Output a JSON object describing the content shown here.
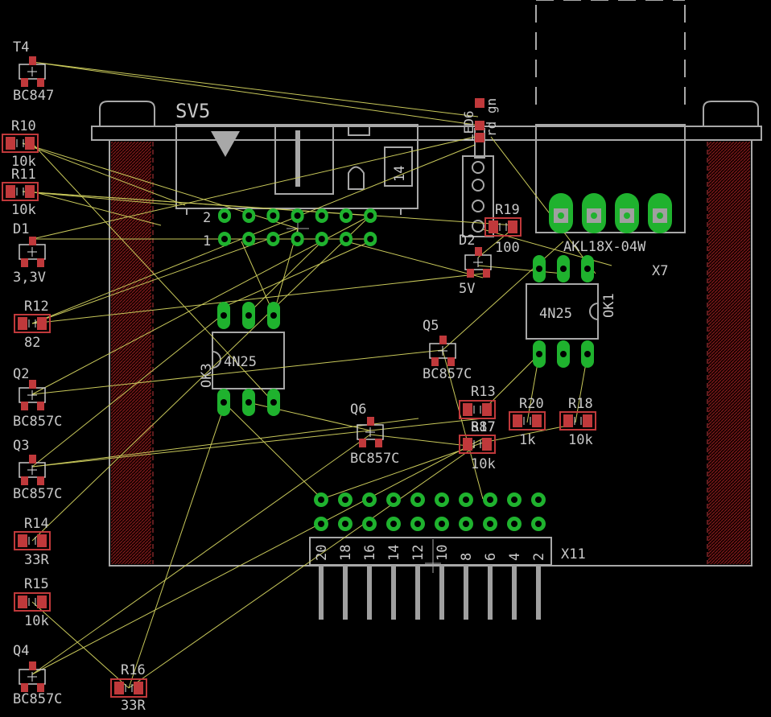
{
  "colors": {
    "background": "#000000",
    "silkscreen": "#c8c8c8",
    "pad_smd": "#c0393b",
    "pad_tht": "#1fb22e",
    "airwire": "#c8c85a",
    "board_edge": "#a8a8a8",
    "hatch": "#8c2020"
  },
  "connector_sv5": {
    "name": "SV5",
    "row2": "2",
    "row1": "1",
    "pin14": "14"
  },
  "connector_x7": {
    "name": "X7",
    "value": "AKL18X-04W"
  },
  "connector_x11": {
    "name": "X11",
    "pin_numbers": [
      "20",
      "18",
      "16",
      "14",
      "12",
      "10",
      "8",
      "6",
      "4",
      "2"
    ]
  },
  "left_parts": [
    {
      "ref": "T4",
      "value": "BC847",
      "kind": "sot23"
    },
    {
      "ref": "R10",
      "value": "10k",
      "kind": "resistor"
    },
    {
      "ref": "R11",
      "value": "10k",
      "kind": "resistor"
    },
    {
      "ref": "D1",
      "value": "3,3V",
      "kind": "sot23"
    },
    {
      "ref": "R12",
      "value": "82",
      "kind": "resistor"
    },
    {
      "ref": "Q2",
      "value": "BC857C",
      "kind": "sot23"
    },
    {
      "ref": "Q3",
      "value": "BC857C",
      "kind": "sot23"
    },
    {
      "ref": "R14",
      "value": "33R",
      "kind": "resistor"
    },
    {
      "ref": "R15",
      "value": "10k",
      "kind": "resistor"
    },
    {
      "ref": "Q4",
      "value": "BC857C",
      "kind": "sot23"
    }
  ],
  "parts": {
    "r16": {
      "ref": "R16",
      "value": "33R"
    },
    "ok3": {
      "ref": "OK3",
      "value": "4N25"
    },
    "ok1": {
      "ref": "OK1",
      "value": "4N25"
    },
    "q5": {
      "ref": "Q5",
      "value": "BC857C"
    },
    "q6": {
      "ref": "Q6",
      "value": "BC857C"
    },
    "r13": {
      "ref": "R13",
      "value": "887"
    },
    "r17": {
      "ref": "R17",
      "value": "10k"
    },
    "r20": {
      "ref": "R20",
      "value": "1k"
    },
    "r18": {
      "ref": "R18",
      "value": "10k"
    },
    "r19": {
      "ref": "R19",
      "value": "100"
    },
    "d2": {
      "ref": "D2",
      "value": "5V"
    },
    "led": {
      "ref": "LED6",
      "value": "rd gn"
    }
  }
}
